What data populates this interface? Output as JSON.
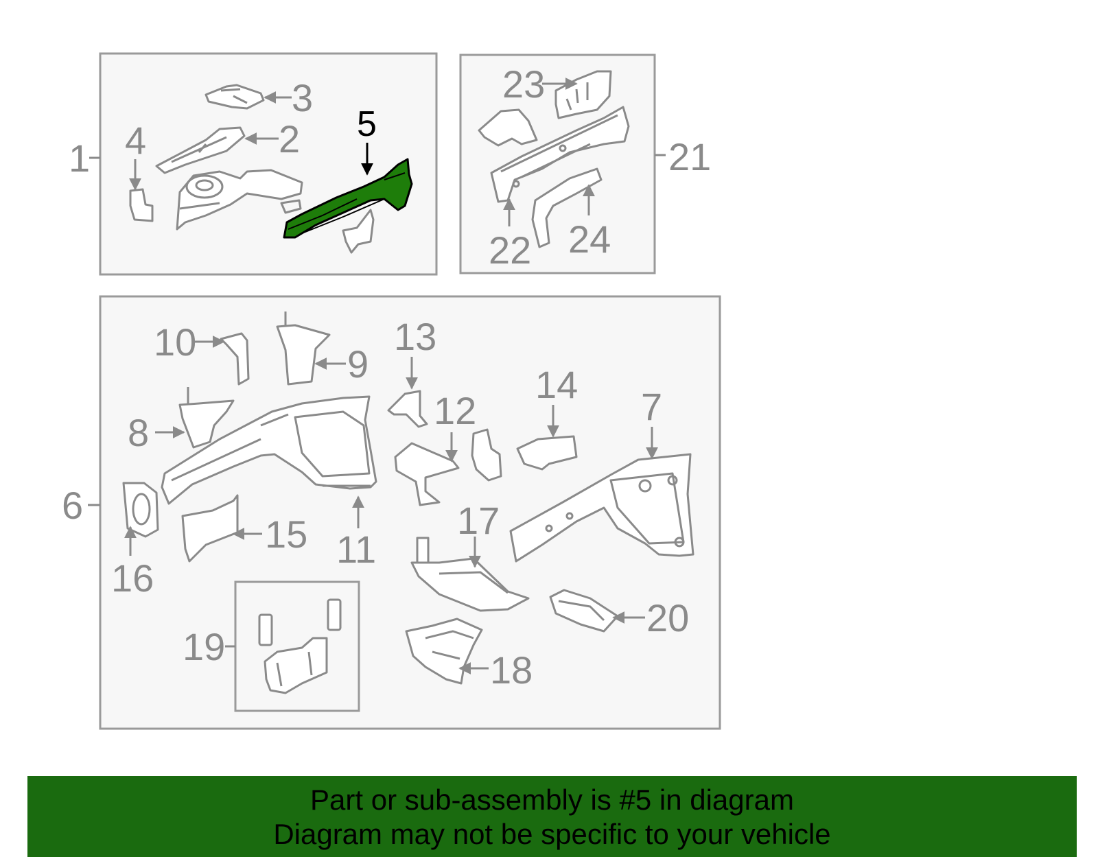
{
  "highlighted_part": "5",
  "highlight_color": "#1e7d0a",
  "banner_color": "#1a6b0f",
  "banner": {
    "line1": "Part or sub-assembly is #5 in diagram",
    "line2": "Diagram may not be specific to your vehicle"
  },
  "callouts": {
    "c1": "1",
    "c2": "2",
    "c3": "3",
    "c4": "4",
    "c5": "5",
    "c6": "6",
    "c7": "7",
    "c8": "8",
    "c9": "9",
    "c10": "10",
    "c11": "11",
    "c12": "12",
    "c13": "13",
    "c14": "14",
    "c15": "15",
    "c16": "16",
    "c17": "17",
    "c18": "18",
    "c19": "19",
    "c20": "20",
    "c21": "21",
    "c22": "22",
    "c23": "23",
    "c24": "24"
  }
}
